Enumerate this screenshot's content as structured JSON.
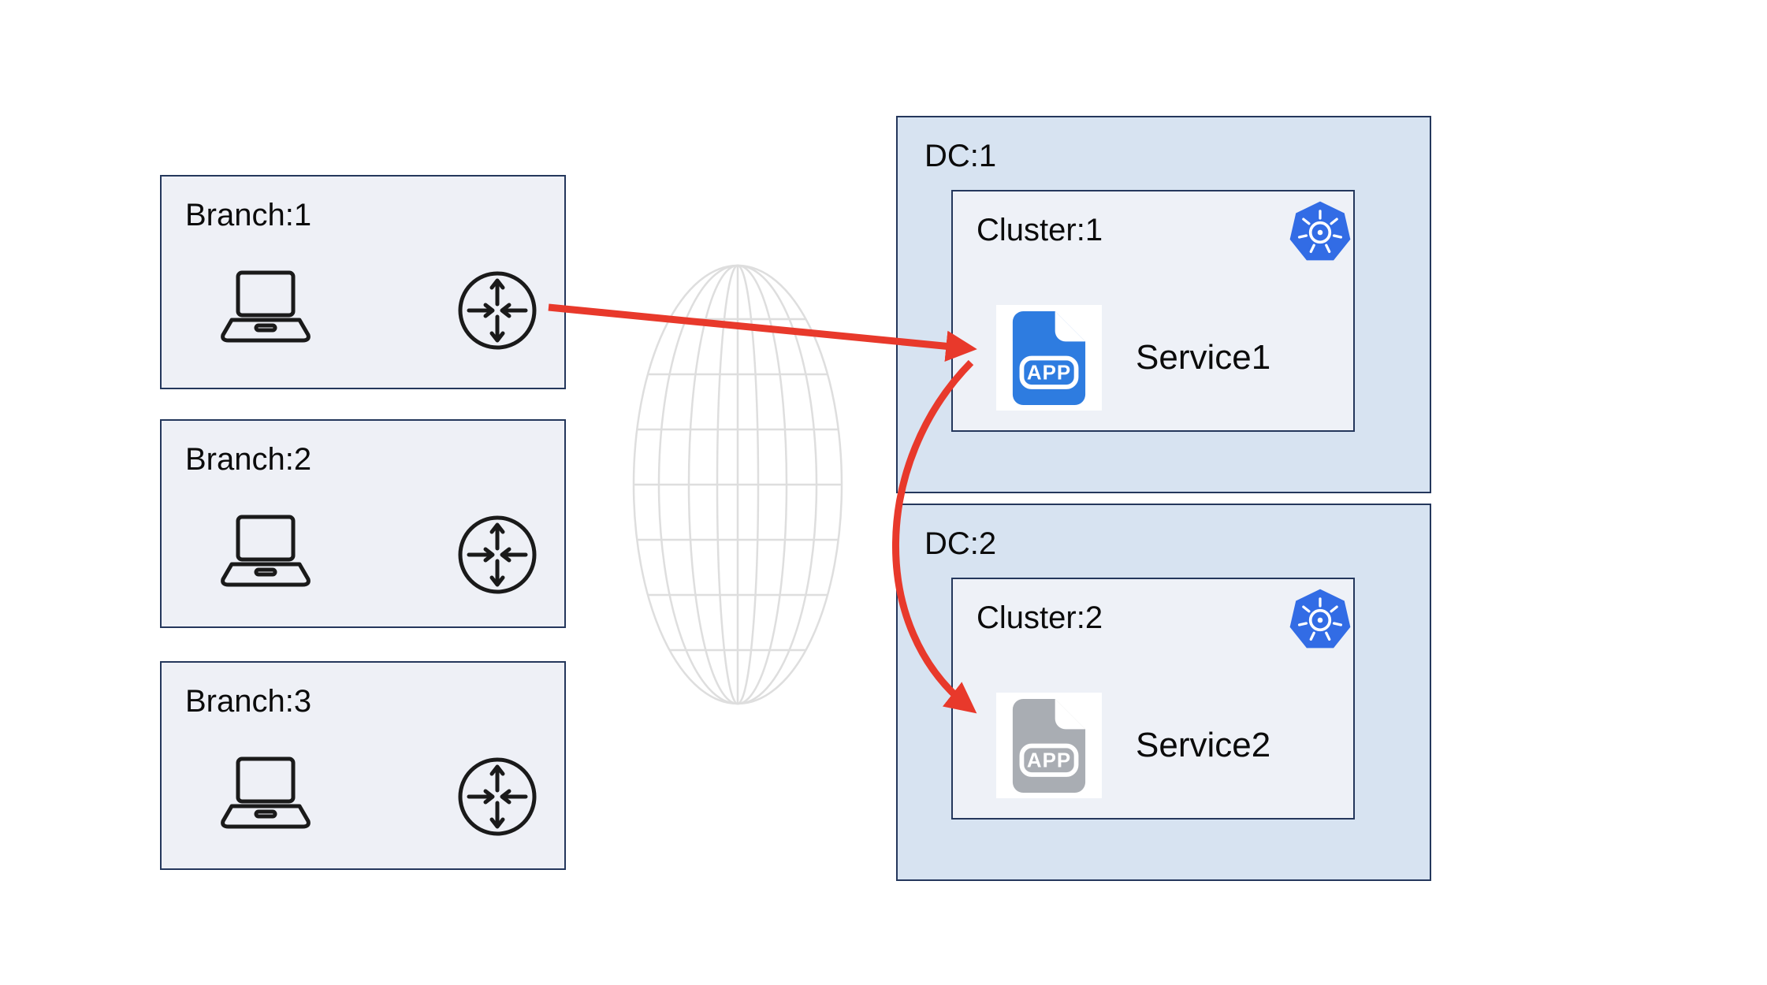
{
  "colors": {
    "box_border": "#24375c",
    "branch_fill": "#eef0f6",
    "dc_fill": "#d7e3f1",
    "cluster_fill": "#eef1f7",
    "k8s_blue": "#326ce5",
    "app_blue": "#2e7ce0",
    "app_gray": "#a9adb3",
    "arrow": "#e8392b",
    "globe": "#dedede"
  },
  "branches": [
    {
      "label": "Branch:1"
    },
    {
      "label": "Branch:2"
    },
    {
      "label": "Branch:3"
    }
  ],
  "datacenters": [
    {
      "label": "DC:1",
      "cluster": {
        "label": "Cluster:1",
        "service": "Service1",
        "app_text": "APP",
        "app_state": "active"
      }
    },
    {
      "label": "DC:2",
      "cluster": {
        "label": "Cluster:2",
        "service": "Service2",
        "app_text": "APP",
        "app_state": "inactive"
      }
    }
  ],
  "connections": [
    {
      "from": "Branch:1 router",
      "to": "Service1",
      "style": "straight"
    },
    {
      "from": "Service1",
      "to": "Service2",
      "style": "curved"
    }
  ]
}
